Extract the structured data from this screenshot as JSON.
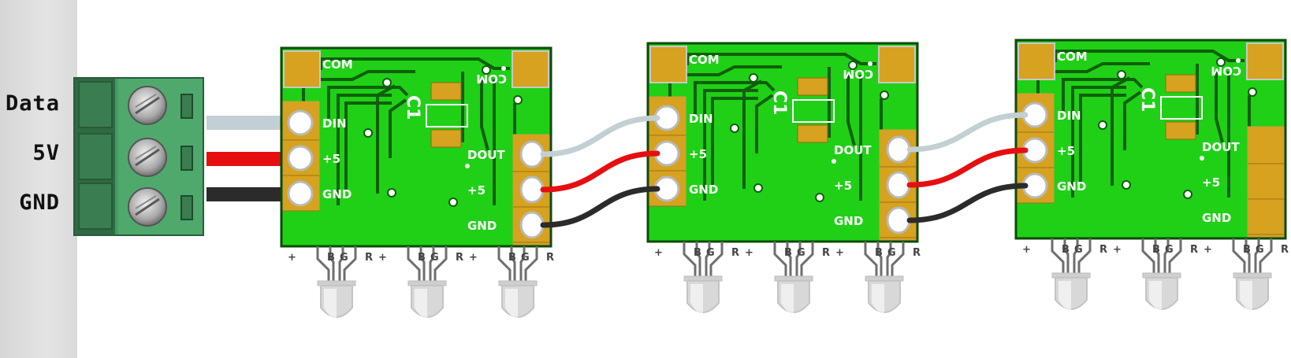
{
  "terminal_block": {
    "labels": [
      "Data",
      "5V",
      "GND"
    ]
  },
  "board": {
    "com_label": "COM",
    "cap_label": "C1",
    "din_label": "DIN",
    "vin_label": "+5",
    "gnd_label": "GND",
    "dout_label": "DOUT",
    "vout_label": "+5",
    "gout_label": "GND",
    "led_pin_labels": [
      "+",
      "B",
      "G",
      "R"
    ]
  },
  "colors": {
    "pcb": "#1fd017",
    "pcb_trace": "#0f5f0a",
    "pad": "#d6a21f",
    "data_wire": "#c3d0d3",
    "power_wire": "#e60f10",
    "ground_wire": "#2b2b2b",
    "terminal_block": "#4ea86b",
    "led": "#d8d8d8"
  }
}
